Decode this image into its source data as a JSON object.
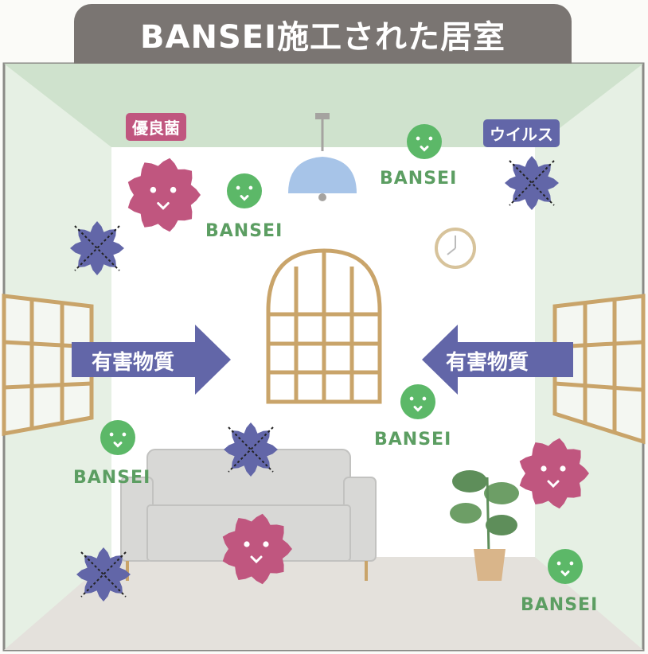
{
  "title": "BANSEI施工された居室",
  "labels": {
    "good_bacteria": "優良菌",
    "virus": "ウイルス"
  },
  "bansei_label": "BANSEI",
  "arrow_label": "有害物質",
  "colors": {
    "good": "#c0567f",
    "virus": "#6266a8",
    "bansei": "#5cb868",
    "wall": "#e6f0e4",
    "ceiling": "#cfe2cd",
    "floor": "#e4e1dc"
  }
}
